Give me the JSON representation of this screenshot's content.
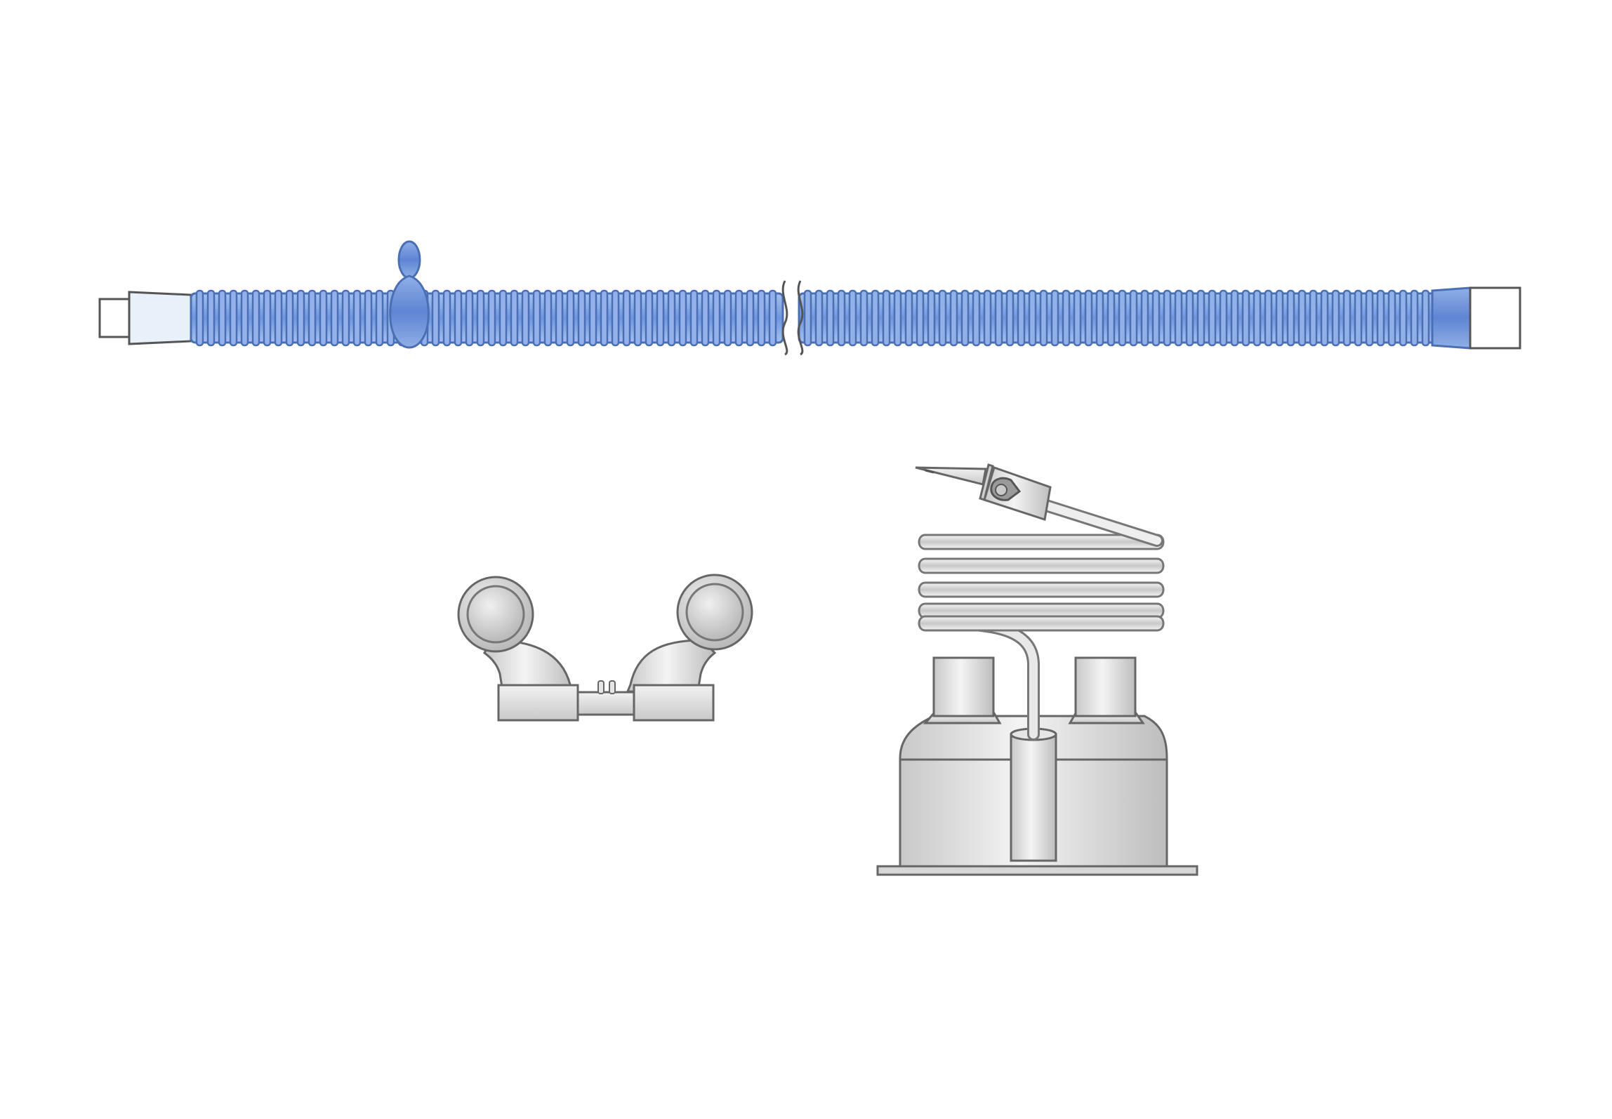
{
  "diagram": {
    "components": [
      {
        "id": "breathing-tube",
        "kind": "corrugated-tube",
        "icon": "corrugated-tube-icon"
      },
      {
        "id": "y-connector",
        "kind": "dual-elbow-connector",
        "icon": "elbow-connector-icon"
      },
      {
        "id": "humidifier-chamber",
        "kind": "chamber-with-coiled-feed-line",
        "icon": "humidifier-chamber-icon"
      }
    ],
    "colors": {
      "tube_fill": "#7EA3E3",
      "tube_stroke": "#4A6FB5",
      "cuff_fill": "#6A8ED8",
      "clear_sleeve": "#E8F0FA",
      "gray_part": "#D9D9D9",
      "gray_stroke": "#6B6B6B",
      "background": "#FFFFFF"
    }
  }
}
